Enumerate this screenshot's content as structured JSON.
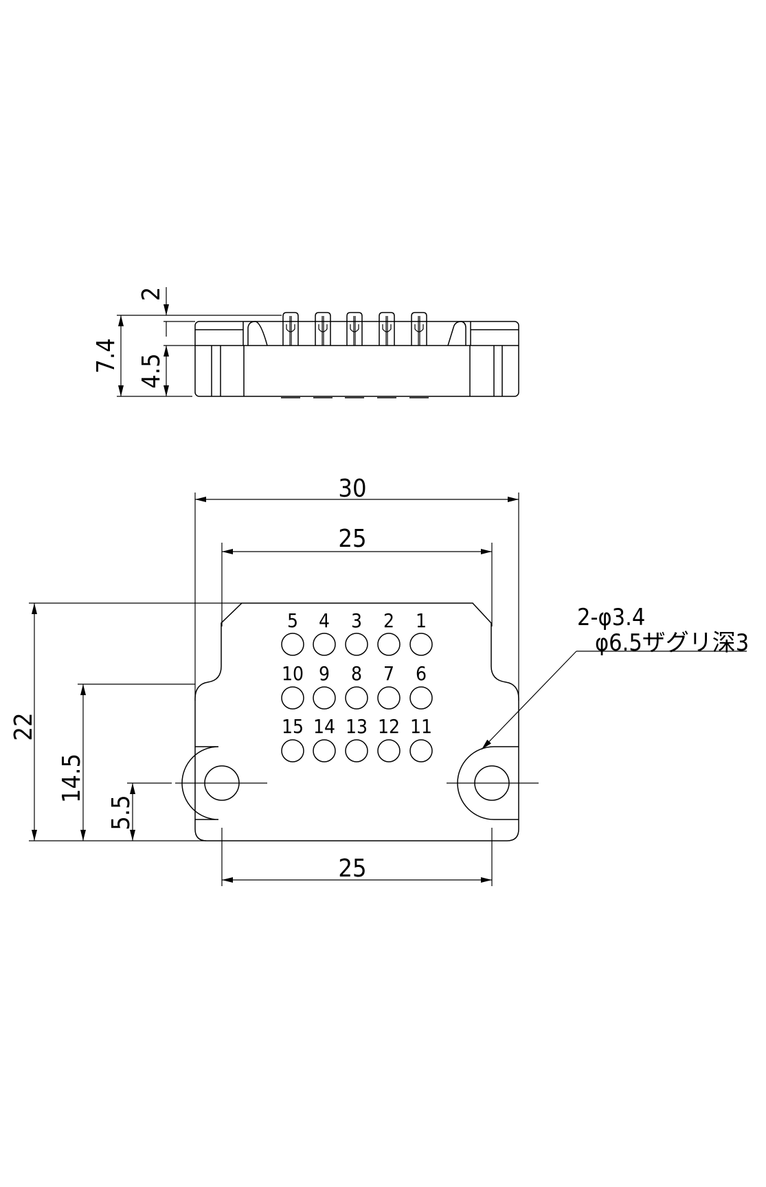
{
  "side_view": {
    "dimensions": {
      "total_height": "7.4",
      "top_gap": "2",
      "body_height": "4.5"
    }
  },
  "top_view": {
    "dimensions": {
      "overall_width": "30",
      "top_pitch": "25",
      "bottom_pitch": "25",
      "overall_height": "22",
      "shoulder_height": "14.5",
      "hole_height": "5.5"
    },
    "hole_note_line1": "2-φ3.4",
    "hole_note_line2": "φ6.5ザグリ深3",
    "pin_rows": [
      [
        "5",
        "4",
        "3",
        "2",
        "1"
      ],
      [
        "10",
        "9",
        "8",
        "7",
        "6"
      ],
      [
        "15",
        "14",
        "13",
        "12",
        "11"
      ]
    ]
  }
}
